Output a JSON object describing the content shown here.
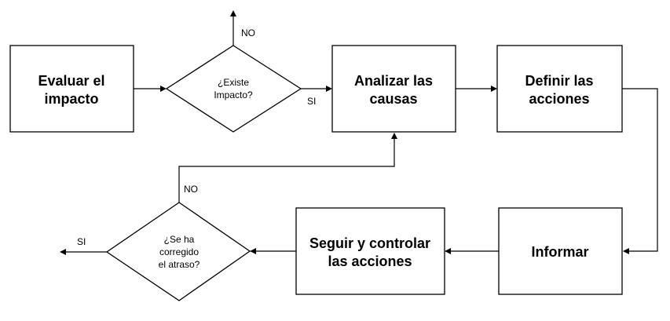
{
  "nodes": {
    "evaluar": {
      "line1": "Evaluar el",
      "line2": "impacto"
    },
    "existe": {
      "line1": "¿Existe",
      "line2": "Impacto?"
    },
    "analizar": {
      "line1": "Analizar las",
      "line2": "causas"
    },
    "definir": {
      "line1": "Definir las",
      "line2": "acciones"
    },
    "informar": {
      "line1": "Informar"
    },
    "seguir": {
      "line1": "Seguir y controlar",
      "line2": "las acciones"
    },
    "corregido": {
      "line1": "¿Se ha",
      "line2": "corregido",
      "line3": "el atraso?"
    }
  },
  "labels": {
    "existe_no": "NO",
    "existe_si": "SI",
    "corregido_no": "NO",
    "corregido_si": "SI"
  }
}
